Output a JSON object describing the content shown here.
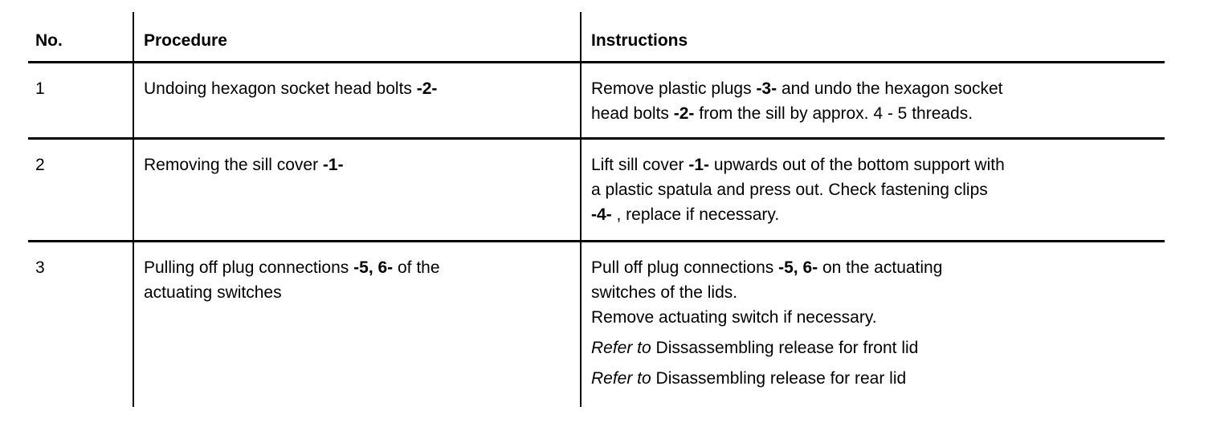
{
  "colors": {
    "background": "#ffffff",
    "text": "#000000",
    "rule": "#000000"
  },
  "table": {
    "columns": [
      {
        "label": "No."
      },
      {
        "label": "Procedure"
      },
      {
        "label": "Instructions"
      }
    ],
    "rows": [
      {
        "no": "1",
        "procedure": {
          "segments": [
            {
              "t": "Undoing hexagon socket head bolts "
            },
            {
              "t": "-2-",
              "b": true
            }
          ]
        },
        "instructions": [
          {
            "segments": [
              {
                "t": "Remove plastic plugs "
              },
              {
                "t": "-3-",
                "b": true
              },
              {
                "t": " and undo the hexagon socket"
              },
              {
                "br": true
              },
              {
                "t": "head bolts "
              },
              {
                "t": "-2-",
                "b": true
              },
              {
                "t": " from the sill by approx. 4 - 5 threads."
              }
            ]
          }
        ]
      },
      {
        "no": "2",
        "procedure": {
          "segments": [
            {
              "t": "Removing the sill cover "
            },
            {
              "t": "-1-",
              "b": true
            }
          ]
        },
        "instructions": [
          {
            "segments": [
              {
                "t": "Lift sill cover "
              },
              {
                "t": "-1-",
                "b": true
              },
              {
                "t": " upwards out of the bottom support with"
              },
              {
                "br": true
              },
              {
                "t": "a plastic spatula and press out. Check fastening clips"
              },
              {
                "br": true
              },
              {
                "t": "-4-",
                "b": true
              },
              {
                "t": " , replace if necessary."
              }
            ]
          }
        ]
      },
      {
        "no": "3",
        "procedure": {
          "segments": [
            {
              "t": "Pulling off plug connections "
            },
            {
              "t": "-5, 6-",
              "b": true
            },
            {
              "t": " of the"
            },
            {
              "br": true
            },
            {
              "t": "actuating switches"
            }
          ]
        },
        "instructions": [
          {
            "segments": [
              {
                "t": "Pull off plug connections "
              },
              {
                "t": "-5, 6-",
                "b": true
              },
              {
                "t": " on the actuating"
              },
              {
                "br": true
              },
              {
                "t": "switches of the lids."
              }
            ]
          },
          {
            "segments": [
              {
                "t": "Remove actuating switch if necessary."
              }
            ]
          },
          {
            "refer": true,
            "segments": [
              {
                "t": "Refer to ",
                "i": true
              },
              {
                "t": "Dissassembling release for front lid"
              }
            ]
          },
          {
            "refer": true,
            "segments": [
              {
                "t": "Refer to ",
                "i": true
              },
              {
                "t": "Disassembling release for rear lid"
              }
            ]
          }
        ]
      }
    ]
  }
}
